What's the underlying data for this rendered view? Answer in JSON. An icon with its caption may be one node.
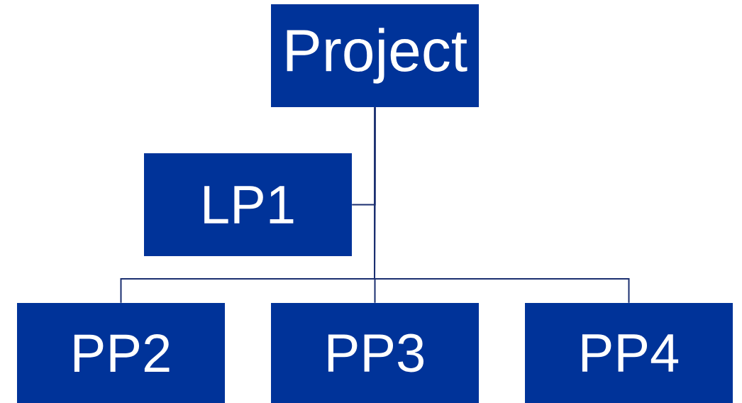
{
  "diagram": {
    "nodes": [
      {
        "text": [
          "Project"
        ]
      },
      {
        "text": [
          "LP1"
        ]
      },
      {
        "text": [
          "PP2"
        ]
      },
      {
        "text": [
          "PP3"
        ]
      },
      {
        "text": [
          "PP4"
        ]
      }
    ],
    "edges": [
      {
        "from": 0,
        "to": 1,
        "arrow": "none"
      },
      {
        "from": 0,
        "to": 2,
        "arrow": "none"
      },
      {
        "from": 0,
        "to": 3,
        "arrow": "none"
      },
      {
        "from": 0,
        "to": 4,
        "arrow": "none"
      }
    ]
  }
}
